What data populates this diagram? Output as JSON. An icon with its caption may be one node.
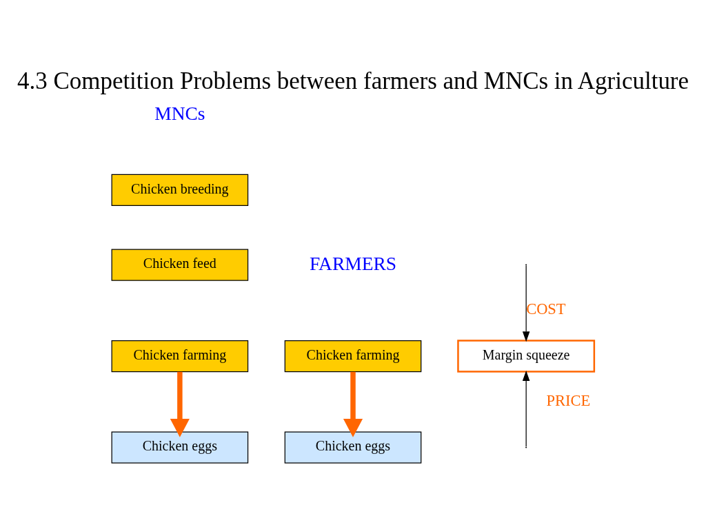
{
  "diagram": {
    "title": "4.3 Competition Problems between farmers and MNCs in Agriculture",
    "nodes": [
      {
        "text": [
          "Chicken breeding"
        ]
      },
      {
        "text": [
          "Chicken feed"
        ]
      },
      {
        "text": [
          "Chicken farming"
        ]
      },
      {
        "text": [
          "Chicken eggs"
        ]
      },
      {
        "text": [
          "Chicken farming"
        ]
      },
      {
        "text": [
          "Chicken eggs"
        ]
      },
      {
        "text": [
          "Margin squeeze"
        ]
      }
    ],
    "edges": [
      {
        "from": 2,
        "to": 3,
        "arrow": "to",
        "style": "thick",
        "color": "#ff6600"
      },
      {
        "from": 4,
        "to": 5,
        "arrow": "to",
        "style": "thick",
        "color": "#ff6600"
      },
      {
        "from": null,
        "to": 6,
        "arrow": "to",
        "label": "COST",
        "color": "#000000"
      },
      {
        "from": null,
        "to": 6,
        "arrow": "to",
        "label": "PRICE",
        "color": "#000000"
      }
    ],
    "labels": [
      "MNCs",
      "FARMERS"
    ]
  }
}
